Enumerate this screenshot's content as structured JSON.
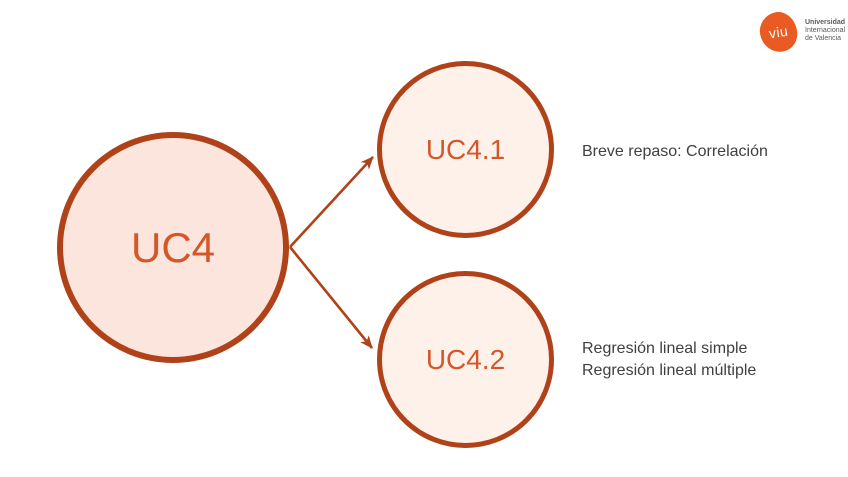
{
  "slide": {
    "logo": {
      "mark_text": "viu",
      "org_line1": "Universidad",
      "org_line2": "Internacional",
      "org_line3": "de Valencia"
    },
    "diagram": {
      "root_label": "UC4",
      "children": [
        {
          "label": "UC4.1",
          "lines": [
            "Breve repaso: Correlación"
          ]
        },
        {
          "label": "UC4.2",
          "lines": [
            "Regresión lineal simple",
            "Regresión lineal múltiple"
          ]
        }
      ]
    },
    "colors": {
      "circle_border": "#b0421a",
      "root_fill": "#fbe5dc",
      "child_fill": "#fdf1ea",
      "circle_text": "#d4572a",
      "arrow": "#b0421a",
      "label_text": "#404040",
      "logo_orange": "#ea5b23"
    }
  }
}
